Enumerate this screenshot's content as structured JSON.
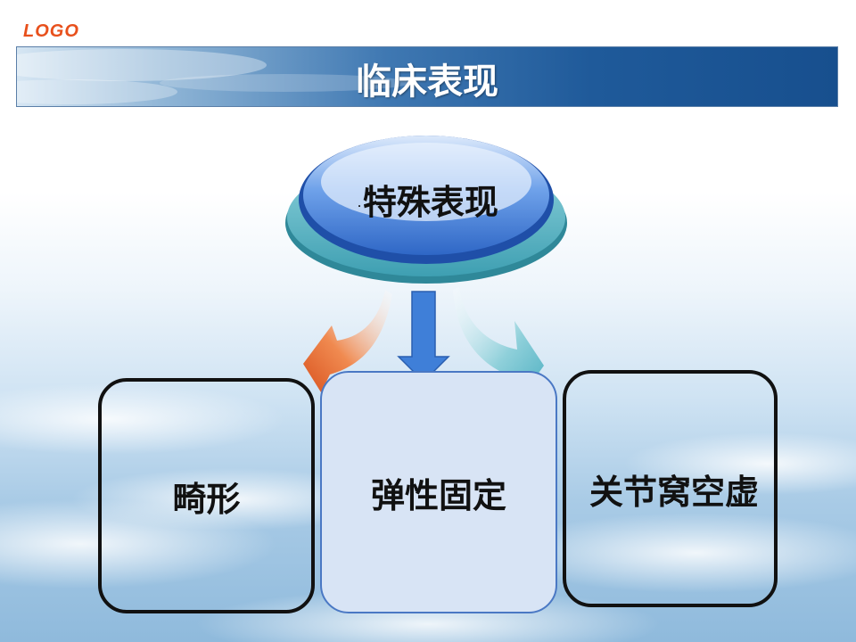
{
  "logo": {
    "text": "LOGO"
  },
  "header": {
    "title": "临床表现"
  },
  "center_node": {
    "label": "特殊表现",
    "bullet": "."
  },
  "boxes": [
    {
      "label": "畸形"
    },
    {
      "label": "弹性固定"
    },
    {
      "label": "关节窝空虚"
    }
  ],
  "colors": {
    "logo": "#e8501c",
    "banner_dark": "#1f5a9a",
    "ellipse_blue": "#3d7fd8",
    "ellipse_teal": "#5fb8c8",
    "arrow_orange": "#e2622a",
    "arrow_blue": "#3f7fd8",
    "arrow_teal": "#6cc0cc",
    "center_box_fill": "#d8e4f5"
  }
}
